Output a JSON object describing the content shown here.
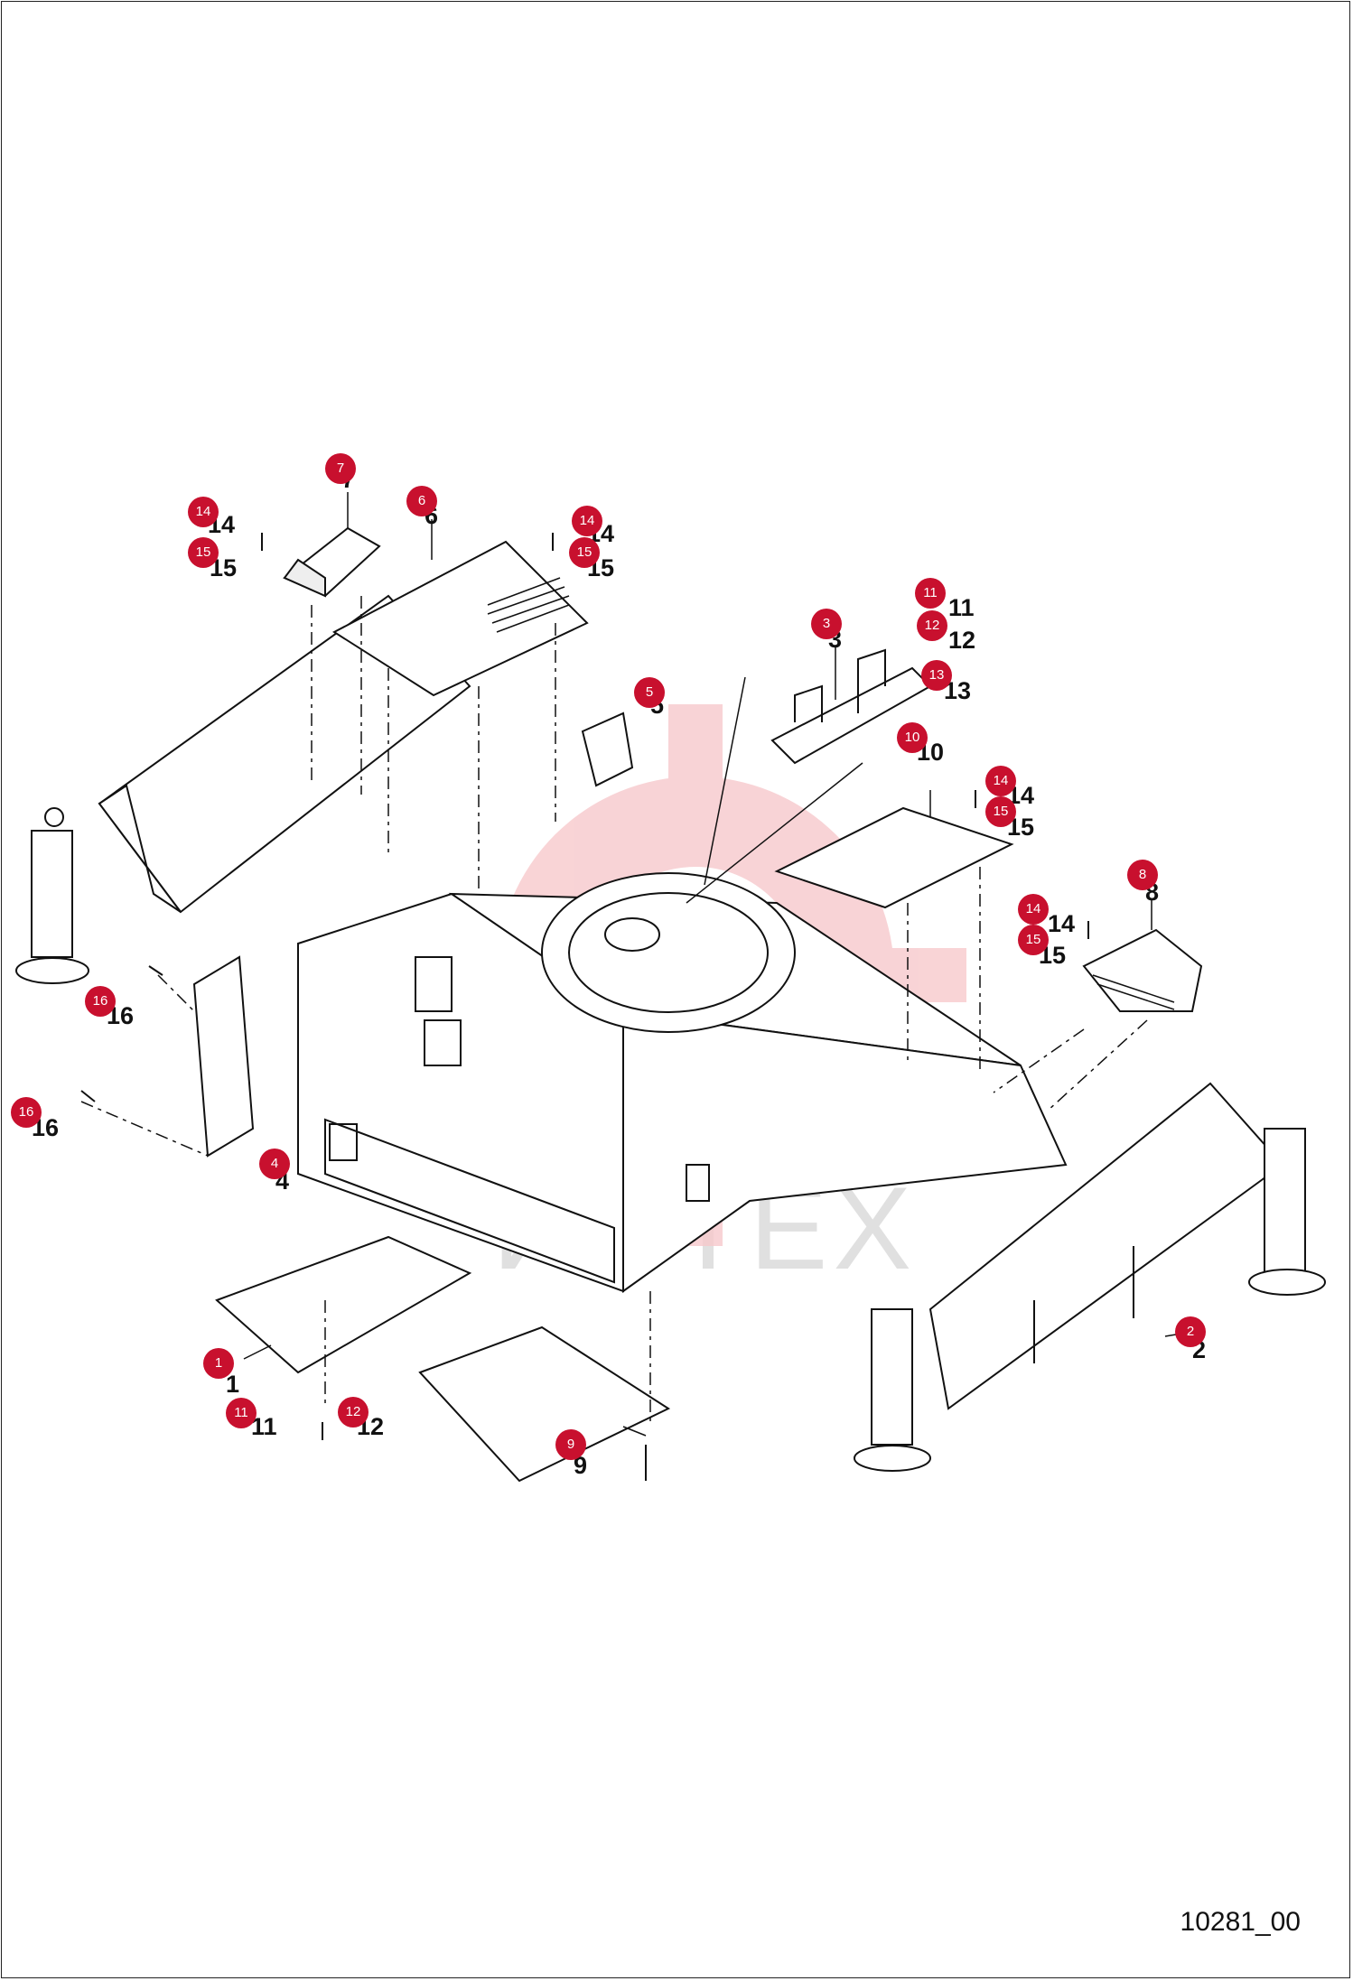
{
  "drawing": {
    "code": "10281_00",
    "watermark_text": "ИНТЕХ",
    "accent_color": "#c8102e",
    "part_callouts": [
      {
        "label": "7",
        "badge": "7"
      },
      {
        "label": "6",
        "badge": "6"
      },
      {
        "label": "14",
        "badge": "14"
      },
      {
        "label": "15",
        "badge": "15"
      },
      {
        "label": "14",
        "badge": "14"
      },
      {
        "label": "15",
        "badge": "15"
      },
      {
        "label": "11",
        "badge": "11"
      },
      {
        "label": "12",
        "badge": "12"
      },
      {
        "label": "13",
        "badge": "13"
      },
      {
        "label": "3",
        "badge": "3"
      },
      {
        "label": "5",
        "badge": "5"
      },
      {
        "label": "10",
        "badge": "10"
      },
      {
        "label": "14",
        "badge": "14"
      },
      {
        "label": "15",
        "badge": "15"
      },
      {
        "label": "8",
        "badge": "8"
      },
      {
        "label": "14",
        "badge": "14"
      },
      {
        "label": "15",
        "badge": "15"
      },
      {
        "label": "16",
        "badge": "16"
      },
      {
        "label": "16",
        "badge": "16"
      },
      {
        "label": "4",
        "badge": "4"
      },
      {
        "label": "2",
        "badge": "2"
      },
      {
        "label": "1",
        "badge": "1"
      },
      {
        "label": "11",
        "badge": "11"
      },
      {
        "label": "12",
        "badge": "12"
      },
      {
        "label": "9",
        "badge": "9"
      }
    ]
  }
}
